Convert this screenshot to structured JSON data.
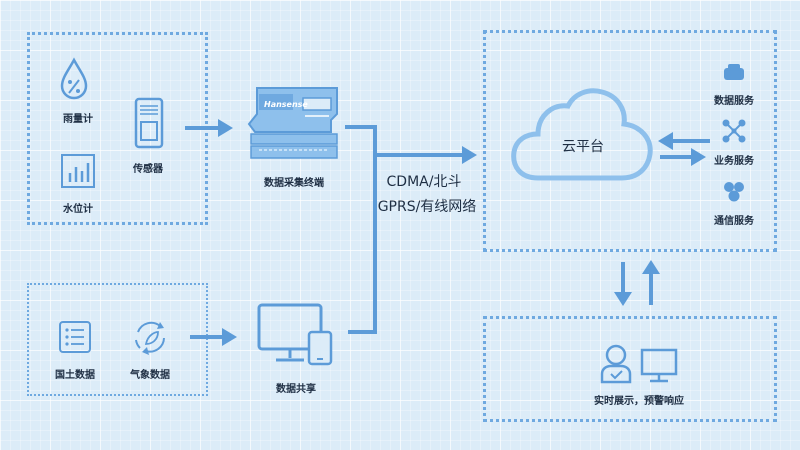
{
  "labels": {
    "rain_gauge": "雨量计",
    "water_level": "水位计",
    "sensor": "传感器",
    "terminal": "数据采集终端",
    "terminal_brand": "Hansense",
    "land_data": "国土数据",
    "weather_data": "气象数据",
    "data_share": "数据共享",
    "network_line1": "CDMA/北斗",
    "network_line2": "GPRS/有线网络",
    "cloud": "云平台",
    "data_service": "数据服务",
    "business_service": "业务服务",
    "comm_service": "通信服务",
    "realtime": "实时展示，预警响应"
  },
  "colors": {
    "accent": "#5c9bd8",
    "accent_light": "#8ec0ec",
    "text": "#1f2f44",
    "background": "#dcecf8"
  },
  "icons": {
    "rain_gauge": "water-drop-percent-icon",
    "water_level": "bar-chart-icon",
    "sensor": "sensor-device-icon",
    "terminal": "data-terminal-device-icon",
    "land_data": "list-document-icon",
    "weather_data": "recycle-leaf-icon",
    "data_share": "monitor-phone-icon",
    "cloud": "cloud-icon",
    "data_service": "database-icon",
    "business_service": "network-nodes-icon",
    "comm_service": "hexagon-cluster-icon",
    "realtime": "person-monitor-icon"
  }
}
